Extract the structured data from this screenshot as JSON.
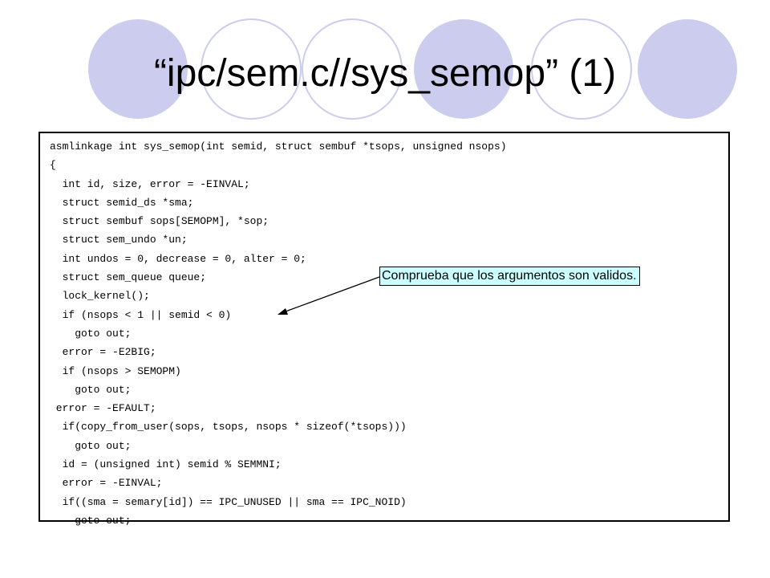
{
  "slide": {
    "title": "“ipc/sem.c//sys_semop” (1)",
    "accent_color": "#ccccee"
  },
  "code": {
    "lines": [
      "asmlinkage int sys_semop(int semid, struct sembuf *tsops, unsigned nsops)",
      "{",
      "  int id, size, error = -EINVAL;",
      "  struct semid_ds *sma;",
      "  struct sembuf sops[SEMOPM], *sop;",
      "  struct sem_undo *un;",
      "  int undos = 0, decrease = 0, alter = 0;",
      "  struct sem_queue queue;",
      "  lock_kernel();",
      "  if (nsops < 1 || semid < 0)",
      "    goto out;",
      "  error = -E2BIG;",
      "  if (nsops > SEMOPM)",
      "    goto out;",
      " error = -EFAULT;",
      "  if(copy_from_user(sops, tsops, nsops * sizeof(*tsops)))",
      "    goto out;",
      "  id = (unsigned int) semid % SEMMNI;",
      "  error = -EINVAL;",
      "  if((sma = semary[id]) == IPC_UNUSED || sma == IPC_NOID)",
      "    goto out;"
    ]
  },
  "callout": {
    "text": "Comprueba que los argumentos son validos.",
    "background_color": "#ccffff"
  }
}
